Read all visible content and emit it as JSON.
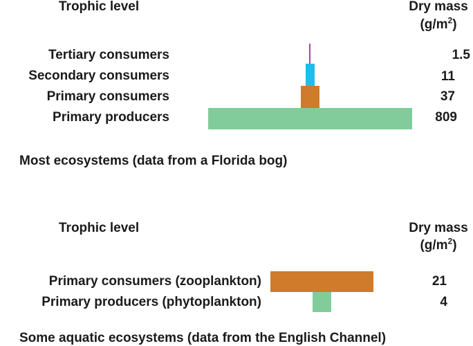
{
  "colors": {
    "producers": "#82cc9c",
    "primary": "#d07a2c",
    "secondary": "#1ebdf0",
    "tertiary": "#9a4f9e"
  },
  "pyramid1": {
    "heading_left": "Trophic level",
    "heading_right": "Dry mass",
    "unit_prefix": "(g/m",
    "unit_exp": "2",
    "unit_suffix": ")",
    "levels": [
      {
        "label": "Tertiary consumers",
        "value": "1.5"
      },
      {
        "label": "Secondary consumers",
        "value": "11"
      },
      {
        "label": "Primary consumers",
        "value": "37"
      },
      {
        "label": "Primary producers",
        "value": "809"
      }
    ],
    "caption": "Most ecosystems (data from a Florida bog)"
  },
  "pyramid2": {
    "heading_left": "Trophic level",
    "heading_right": "Dry mass",
    "unit_prefix": "(g/m",
    "unit_exp": "2",
    "unit_suffix": ")",
    "levels": [
      {
        "label": "Primary consumers (zooplankton)",
        "value": "21"
      },
      {
        "label": "Primary producers (phytoplankton)",
        "value": "4"
      }
    ],
    "caption": "Some aquatic ecosystems (data from the English Channel)"
  }
}
